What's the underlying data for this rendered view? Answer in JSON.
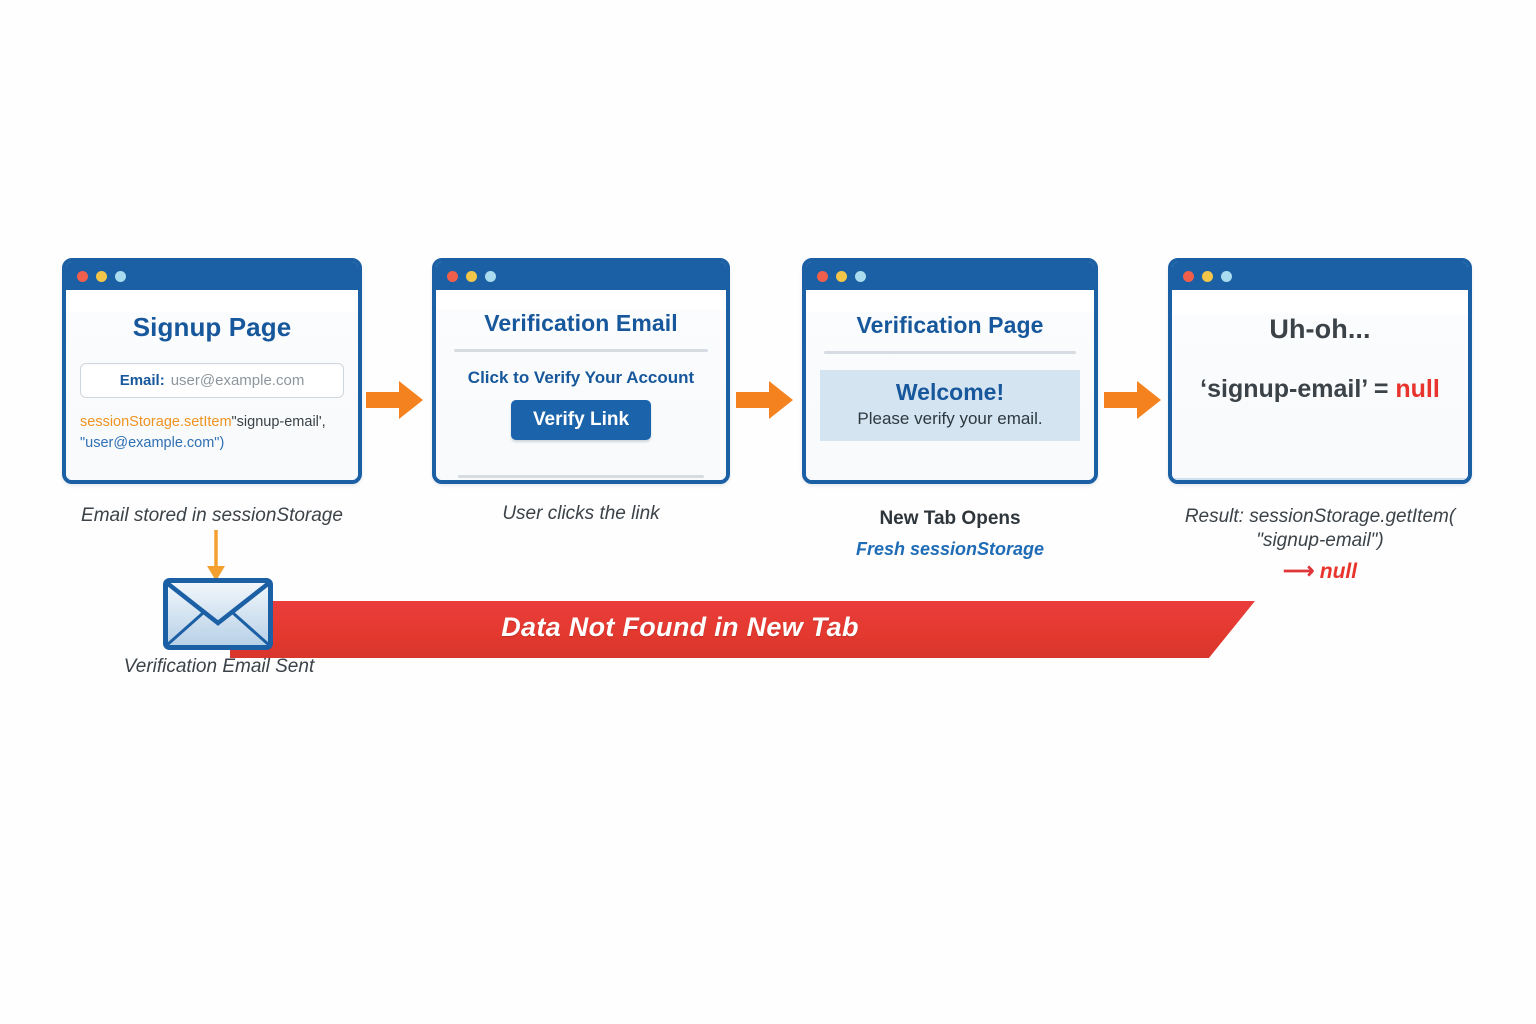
{
  "colors": {
    "brand_blue": "#1b5fa4",
    "title_blue": "#17579b",
    "accent_orange": "#ef9321",
    "arrow_orange": "#f4821f",
    "alert_red": "#e8342c",
    "banner_red": "#e4392f",
    "welcome_panel": "#d5e4f1"
  },
  "panels": [
    {
      "id": "signup-page",
      "title": "Signup Page",
      "dots": [
        "red",
        "yellow",
        "blue"
      ],
      "email_label": "Email:",
      "email_value": "user@example.com",
      "code": {
        "fn": "sessionStorage.setItem",
        "arg1": "\"signup-email',",
        "arg2": "\"user@example.com\")"
      },
      "caption": "Email stored in sessionStorage"
    },
    {
      "id": "verification-email",
      "title": "Verification Email",
      "dots": [
        "red",
        "yellow",
        "blue"
      ],
      "cta": "Click to Verify Your Account",
      "button": "Verify Link",
      "caption": "User clicks the link"
    },
    {
      "id": "verification-page",
      "title": "Verification Page",
      "dots": [
        "red",
        "yellow",
        "blue"
      ],
      "welcome_title": "Welcome!",
      "welcome_sub": "Please verify your email.",
      "caption_line1": "New Tab Opens",
      "caption_line2": "Fresh sessionStorage"
    },
    {
      "id": "uh-oh-result",
      "title": "Uh-oh...",
      "dots": [
        "red",
        "yellow",
        "blue"
      ],
      "result_key": "‘signup-email’ = ",
      "result_value": "null",
      "caption_line1": "Result: sessionStorage.getItem(",
      "caption_line2": "\"signup-email\")",
      "caption_arrow": "⟶",
      "caption_value": "null"
    }
  ],
  "flow_arrows": [
    "arrow-right",
    "arrow-right",
    "arrow-right"
  ],
  "down_arrow": "arrow-down",
  "envelope": {
    "icon": "envelope-icon",
    "caption": "Verification Email Sent"
  },
  "banner": {
    "text": "Data Not Found in New Tab"
  }
}
